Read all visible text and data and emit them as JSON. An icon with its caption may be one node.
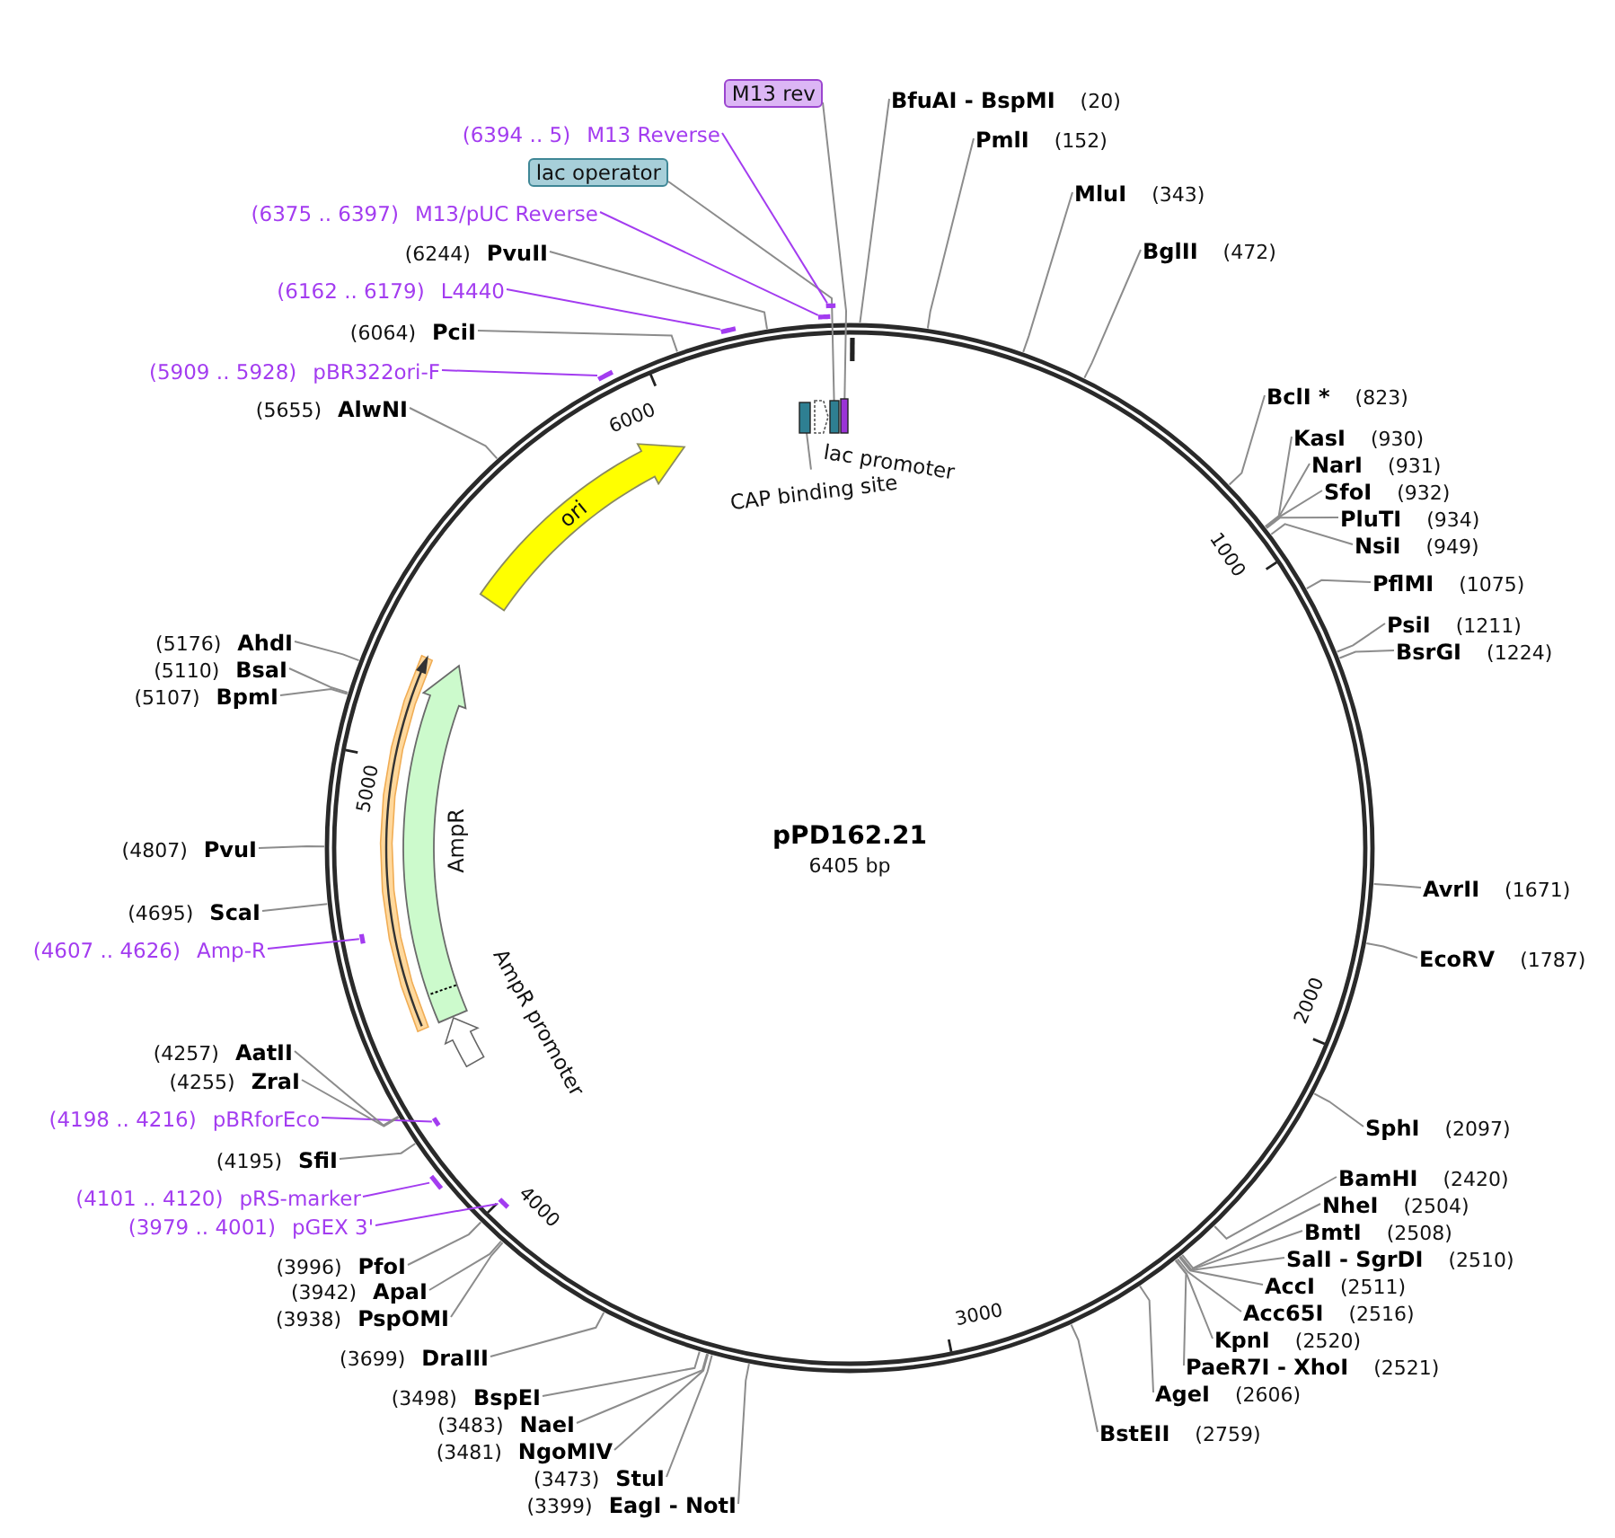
{
  "diagram": {
    "title": "pPD162.21",
    "nodes": [
      {
        "text": [
          "BfuAI - BspMI",
          "(20)"
        ]
      },
      {
        "text": [
          "PmlI",
          "(152)"
        ]
      },
      {
        "text": [
          "MluI",
          "(343)"
        ]
      },
      {
        "text": [
          "BglII",
          "(472)"
        ]
      },
      {
        "text": [
          "BclI *",
          "(823)"
        ]
      },
      {
        "text": [
          "KasI",
          "(930)"
        ]
      },
      {
        "text": [
          "NarI",
          "(931)"
        ]
      },
      {
        "text": [
          "SfoI",
          "(932)"
        ]
      },
      {
        "text": [
          "PluTI",
          "(934)"
        ]
      },
      {
        "text": [
          "NsiI",
          "(949)"
        ]
      },
      {
        "text": [
          "PflMI",
          "(1075)"
        ]
      },
      {
        "text": [
          "PsiI",
          "(1211)"
        ]
      },
      {
        "text": [
          "BsrGI",
          "(1224)"
        ]
      },
      {
        "text": [
          "AvrII",
          "(1671)"
        ]
      },
      {
        "text": [
          "EcoRV",
          "(1787)"
        ]
      },
      {
        "text": [
          "SphI",
          "(2097)"
        ]
      },
      {
        "text": [
          "BamHI",
          "(2420)"
        ]
      },
      {
        "text": [
          "NheI",
          "(2504)"
        ]
      },
      {
        "text": [
          "BmtI",
          "(2508)"
        ]
      },
      {
        "text": [
          "SalI - SgrDI",
          "(2510)"
        ]
      },
      {
        "text": [
          "AccI",
          "(2511)"
        ]
      },
      {
        "text": [
          "Acc65I",
          "(2516)"
        ]
      },
      {
        "text": [
          "KpnI",
          "(2520)"
        ]
      },
      {
        "text": [
          "PaeR7I - XhoI",
          "(2521)"
        ]
      },
      {
        "text": [
          "AgeI",
          "(2606)"
        ]
      },
      {
        "text": [
          "BstEII",
          "(2759)"
        ]
      },
      {
        "text": [
          "(3399)",
          "EagI - NotI"
        ]
      },
      {
        "text": [
          "(3473)",
          "StuI"
        ]
      },
      {
        "text": [
          "(3481)",
          "NgoMIV"
        ]
      },
      {
        "text": [
          "(3483)",
          "NaeI"
        ]
      },
      {
        "text": [
          "(3498)",
          "BspEI"
        ]
      },
      {
        "text": [
          "(3699)",
          "DraIII"
        ]
      },
      {
        "text": [
          "(3938)",
          "PspOMI"
        ]
      },
      {
        "text": [
          "(3942)",
          "ApaI"
        ]
      },
      {
        "text": [
          "(3996)",
          "PfoI"
        ]
      },
      {
        "text": [
          "(3979 .. 4001)",
          "pGEX 3'"
        ]
      },
      {
        "text": [
          "(4101 .. 4120)",
          "pRS-marker"
        ]
      },
      {
        "text": [
          "(4195)",
          "SfiI"
        ]
      },
      {
        "text": [
          "(4198 .. 4216)",
          "pBRforEco"
        ]
      },
      {
        "text": [
          "(4255)",
          "ZraI"
        ]
      },
      {
        "text": [
          "(4257)",
          "AatII"
        ]
      },
      {
        "text": [
          "(4607 .. 4626)",
          "Amp-R"
        ]
      },
      {
        "text": [
          "(4695)",
          "ScaI"
        ]
      },
      {
        "text": [
          "(4807)",
          "PvuI"
        ]
      },
      {
        "text": [
          "(5107)",
          "BpmI"
        ]
      },
      {
        "text": [
          "(5110)",
          "BsaI"
        ]
      },
      {
        "text": [
          "(5176)",
          "AhdI"
        ]
      },
      {
        "text": [
          "(5655)",
          "AlwNI"
        ]
      },
      {
        "text": [
          "(5909 .. 5928)",
          "pBR322ori-F"
        ]
      },
      {
        "text": [
          "(6064)",
          "PciI"
        ]
      },
      {
        "text": [
          "(6162 .. 6179)",
          "L4440"
        ]
      },
      {
        "text": [
          "(6244)",
          "PvuII"
        ]
      },
      {
        "text": [
          "(6375 .. 6397)",
          "M13/pUC Reverse"
        ]
      },
      {
        "text": [
          "lac operator"
        ]
      },
      {
        "text": [
          "(6394 .. 5)",
          "M13 Reverse"
        ]
      },
      {
        "text": [
          "M13 rev"
        ]
      },
      {
        "text": [
          "CAP binding site"
        ]
      },
      {
        "text": [],
        "shape": "arrow",
        "beside": [
          "lac promoter"
        ]
      },
      {
        "text": [
          "ori"
        ]
      },
      {
        "text": [
          "AmpR"
        ]
      },
      {
        "text": [],
        "shape": "arrow",
        "beside": [
          "AmpR promoter"
        ]
      },
      {
        "text": [],
        "shape": "box"
      },
      {
        "text": [],
        "shape": "box"
      },
      {
        "text": [],
        "shape": "box"
      },
      {
        "text": [],
        "shape": "bar"
      },
      {
        "text": [],
        "shape": "bar"
      },
      {
        "text": [],
        "shape": "bar"
      },
      {
        "text": [],
        "shape": "bar"
      },
      {
        "text": [],
        "shape": "bar"
      },
      {
        "text": [],
        "shape": "bar"
      },
      {
        "text": [],
        "shape": "bar"
      },
      {
        "text": [],
        "shape": "bar"
      }
    ],
    "edges": [
      {
        "from": 0,
        "to": null,
        "arrow": "none"
      },
      {
        "from": 1,
        "to": null,
        "arrow": "none"
      },
      {
        "from": 2,
        "to": null,
        "arrow": "none"
      },
      {
        "from": 3,
        "to": null,
        "arrow": "none"
      },
      {
        "from": 4,
        "to": null,
        "arrow": "none"
      },
      {
        "from": 5,
        "to": null,
        "arrow": "none"
      },
      {
        "from": 6,
        "to": null,
        "arrow": "none"
      },
      {
        "from": 7,
        "to": null,
        "arrow": "none"
      },
      {
        "from": 8,
        "to": null,
        "arrow": "none"
      },
      {
        "from": 9,
        "to": null,
        "arrow": "none"
      },
      {
        "from": 10,
        "to": null,
        "arrow": "none"
      },
      {
        "from": 11,
        "to": null,
        "arrow": "none"
      },
      {
        "from": 12,
        "to": null,
        "arrow": "none"
      },
      {
        "from": 13,
        "to": null,
        "arrow": "none"
      },
      {
        "from": 14,
        "to": null,
        "arrow": "none"
      },
      {
        "from": 15,
        "to": null,
        "arrow": "none"
      },
      {
        "from": 16,
        "to": null,
        "arrow": "none"
      },
      {
        "from": 17,
        "to": null,
        "arrow": "none"
      },
      {
        "from": 18,
        "to": null,
        "arrow": "none"
      },
      {
        "from": 19,
        "to": null,
        "arrow": "none"
      },
      {
        "from": 20,
        "to": null,
        "arrow": "none"
      },
      {
        "from": 21,
        "to": null,
        "arrow": "none"
      },
      {
        "from": 22,
        "to": null,
        "arrow": "none"
      },
      {
        "from": 23,
        "to": null,
        "arrow": "none"
      },
      {
        "from": 24,
        "to": null,
        "arrow": "none"
      },
      {
        "from": 25,
        "to": null,
        "arrow": "none"
      },
      {
        "from": 26,
        "to": null,
        "arrow": "none"
      },
      {
        "from": 27,
        "to": null,
        "arrow": "none"
      },
      {
        "from": 28,
        "to": null,
        "arrow": "none"
      },
      {
        "from": 29,
        "to": null,
        "arrow": "none"
      },
      {
        "from": 30,
        "to": null,
        "arrow": "none"
      },
      {
        "from": 31,
        "to": null,
        "arrow": "none"
      },
      {
        "from": 32,
        "to": null,
        "arrow": "none"
      },
      {
        "from": 33,
        "to": null,
        "arrow": "none"
      },
      {
        "from": 34,
        "to": null,
        "arrow": "none"
      },
      {
        "from": 35,
        "to": 71,
        "arrow": "none",
        "color": "#a33cf0"
      },
      {
        "from": 36,
        "to": 70,
        "arrow": "none",
        "color": "#a33cf0"
      },
      {
        "from": 37,
        "to": null,
        "arrow": "none"
      },
      {
        "from": 38,
        "to": 69,
        "arrow": "none",
        "color": "#a33cf0"
      },
      {
        "from": 39,
        "to": null,
        "arrow": "none"
      },
      {
        "from": 40,
        "to": null,
        "arrow": "none"
      },
      {
        "from": 41,
        "to": 68,
        "arrow": "none",
        "color": "#a33cf0"
      },
      {
        "from": 42,
        "to": null,
        "arrow": "none"
      },
      {
        "from": 43,
        "to": null,
        "arrow": "none"
      },
      {
        "from": 44,
        "to": null,
        "arrow": "none"
      },
      {
        "from": 45,
        "to": null,
        "arrow": "none"
      },
      {
        "from": 46,
        "to": null,
        "arrow": "none"
      },
      {
        "from": 47,
        "to": null,
        "arrow": "none"
      },
      {
        "from": 48,
        "to": 67,
        "arrow": "none",
        "color": "#a33cf0"
      },
      {
        "from": 49,
        "to": null,
        "arrow": "none"
      },
      {
        "from": 50,
        "to": 66,
        "arrow": "none",
        "color": "#a33cf0"
      },
      {
        "from": 51,
        "to": null,
        "arrow": "none"
      },
      {
        "from": 52,
        "to": 65,
        "arrow": "none",
        "color": "#a33cf0"
      },
      {
        "from": 53,
        "to": 62,
        "arrow": "none"
      },
      {
        "from": 54,
        "to": 64,
        "arrow": "none",
        "color": "#a33cf0"
      },
      {
        "from": 55,
        "to": 63,
        "arrow": "none"
      },
      {
        "from": 56,
        "to": 61,
        "arrow": "none"
      }
    ],
    "labels": [
      "6405 bp",
      "1000",
      "2000",
      "3000",
      "4000",
      "5000",
      "6000"
    ]
  }
}
